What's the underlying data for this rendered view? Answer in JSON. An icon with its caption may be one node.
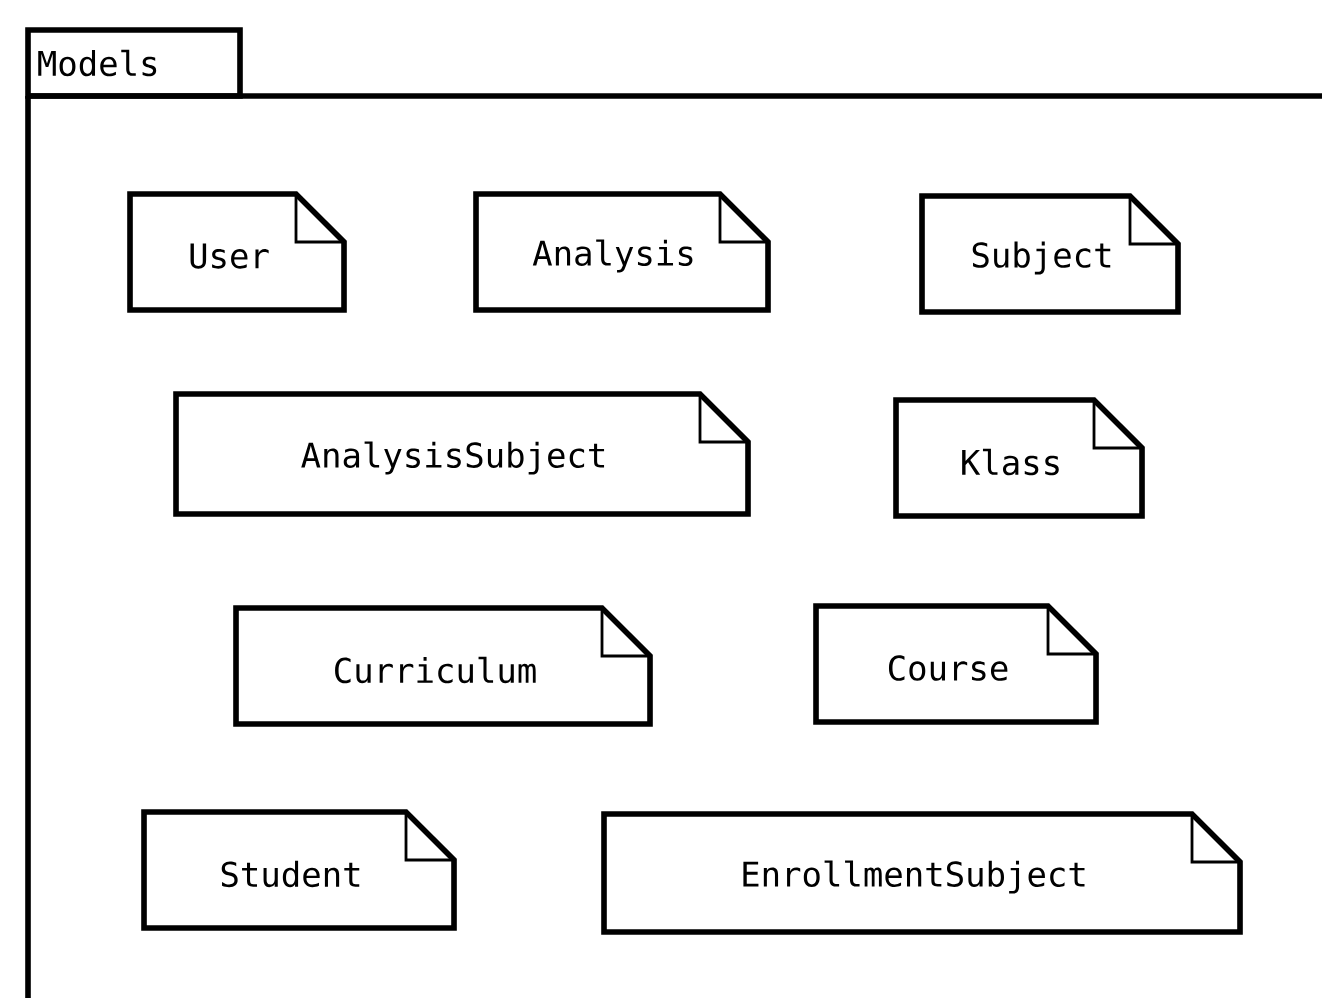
{
  "diagram": {
    "nodes": [
      {
        "text": [
          "Models"
        ]
      },
      {
        "text": [
          "User"
        ],
        "in": 0
      },
      {
        "text": [
          "Analysis"
        ],
        "in": 0
      },
      {
        "text": [
          "Subject"
        ],
        "in": 0
      },
      {
        "text": [
          "AnalysisSubject"
        ],
        "in": 0
      },
      {
        "text": [
          "Klass"
        ],
        "in": 0
      },
      {
        "text": [
          "Curriculum"
        ],
        "in": 0
      },
      {
        "text": [
          "Course"
        ],
        "in": 0
      },
      {
        "text": [
          "Student"
        ],
        "in": 0
      },
      {
        "text": [
          "EnrollmentSubject"
        ],
        "in": 0
      }
    ]
  }
}
